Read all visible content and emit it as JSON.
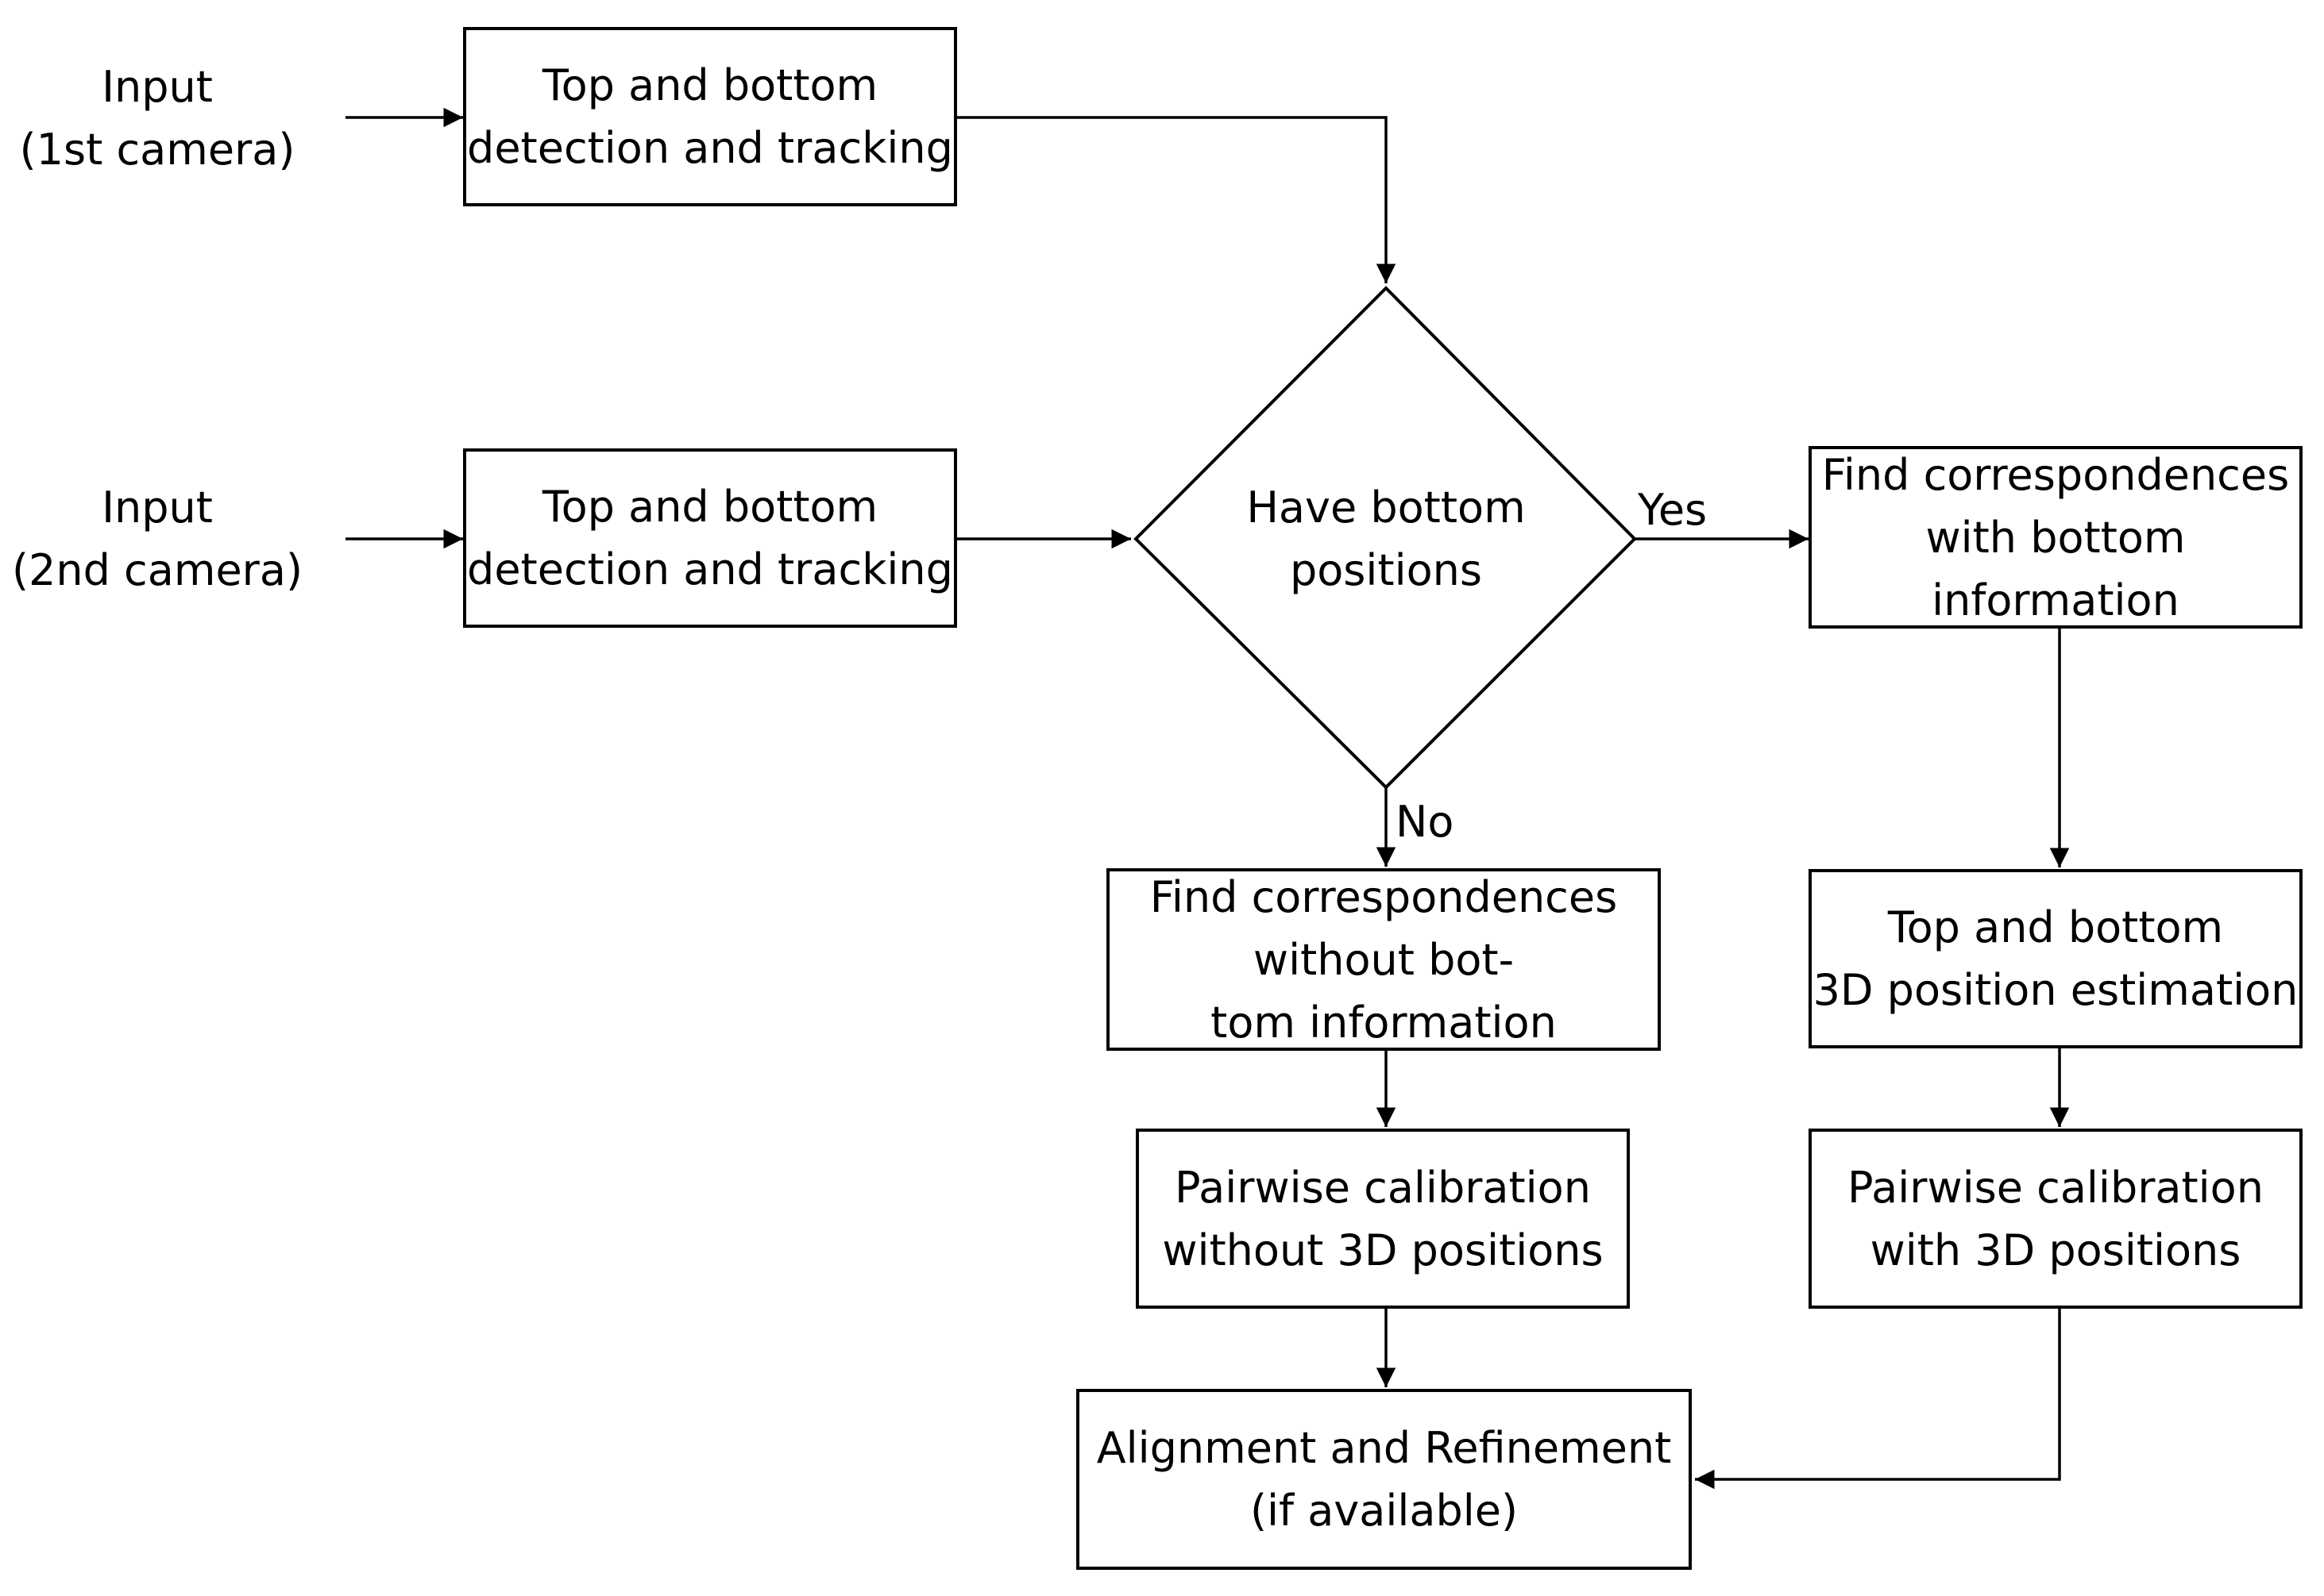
{
  "inputs": {
    "first": {
      "line1": "Input",
      "line2": "(1st camera)"
    },
    "second": {
      "line1": "Input",
      "line2": "(2nd camera)"
    }
  },
  "nodes": {
    "detect_1": {
      "line1": "Top and bottom",
      "line2": "detection and tracking"
    },
    "detect_2": {
      "line1": "Top and bottom",
      "line2": "detection and tracking"
    },
    "decision": {
      "line1": "Have bottom",
      "line2": "positions"
    },
    "find_with": {
      "line1": "Find correspondences",
      "line2": "with bottom",
      "line3": "information"
    },
    "find_without": {
      "line1": "Find correspondences",
      "line2": "without bot-",
      "line3": "tom information"
    },
    "estimation_3d": {
      "line1": "Top and bottom",
      "line2": "3D position estimation"
    },
    "calib_without": {
      "line1": "Pairwise calibration",
      "line2": "without 3D positions"
    },
    "calib_with": {
      "line1": "Pairwise calibration",
      "line2": "with 3D positions"
    },
    "alignment": {
      "line1": "Alignment and Refinement",
      "line2": "(if available)"
    }
  },
  "edge_labels": {
    "yes": "Yes",
    "no": "No"
  }
}
